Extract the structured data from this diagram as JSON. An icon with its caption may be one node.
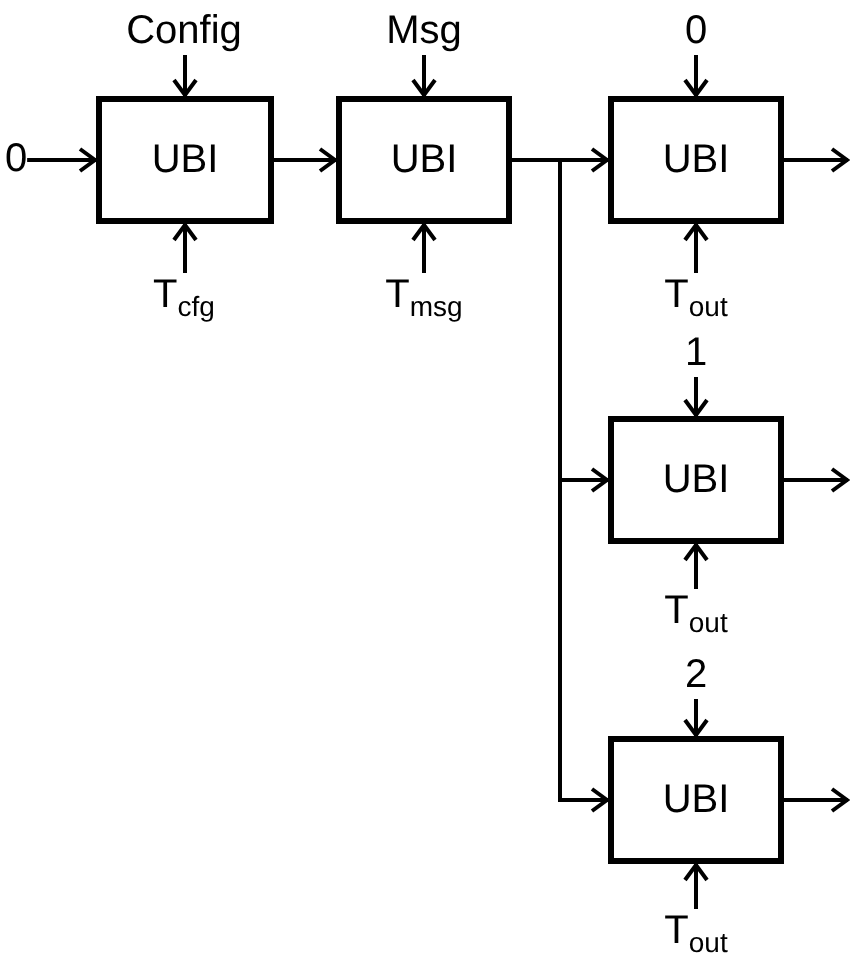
{
  "diagram": {
    "nodes": [
      {
        "text": [
          "0"
        ]
      },
      {
        "text": [
          "Config"
        ]
      },
      {
        "text": [
          "UBI"
        ]
      },
      {
        "text": [
          "T$_{cfg}$"
        ]
      },
      {
        "text": [
          "Msg"
        ]
      },
      {
        "text": [
          "UBI"
        ]
      },
      {
        "text": [
          "T$_{msg}$"
        ]
      },
      {
        "text": [
          "0"
        ]
      },
      {
        "text": [
          "UBI"
        ]
      },
      {
        "text": [
          "T$_{out}$"
        ]
      },
      {
        "text": [
          "1"
        ]
      },
      {
        "text": [
          "UBI"
        ]
      },
      {
        "text": [
          "T$_{out}$"
        ]
      },
      {
        "text": [
          "2"
        ]
      },
      {
        "text": [
          "UBI"
        ]
      },
      {
        "text": [
          "T$_{out}$"
        ]
      }
    ],
    "edges": [
      {
        "from": 0,
        "to": 2,
        "arrow": "to"
      },
      {
        "from": 1,
        "to": 2,
        "arrow": "to"
      },
      {
        "from": 3,
        "to": 2,
        "arrow": "to"
      },
      {
        "from": 2,
        "to": 5,
        "arrow": "to"
      },
      {
        "from": 4,
        "to": 5,
        "arrow": "to"
      },
      {
        "from": 6,
        "to": 5,
        "arrow": "to"
      },
      {
        "from": 5,
        "to": 8,
        "arrow": "to"
      },
      {
        "from": 5,
        "to": 11,
        "arrow": "to"
      },
      {
        "from": 5,
        "to": 14,
        "arrow": "to"
      },
      {
        "from": 7,
        "to": 8,
        "arrow": "to"
      },
      {
        "from": 9,
        "to": 8,
        "arrow": "to"
      },
      {
        "from": 8,
        "to": null,
        "arrow": "to"
      },
      {
        "from": 10,
        "to": 11,
        "arrow": "to"
      },
      {
        "from": 12,
        "to": 11,
        "arrow": "to"
      },
      {
        "from": 11,
        "to": null,
        "arrow": "to"
      },
      {
        "from": 13,
        "to": 14,
        "arrow": "to"
      },
      {
        "from": 15,
        "to": 14,
        "arrow": "to"
      },
      {
        "from": 14,
        "to": null,
        "arrow": "to"
      }
    ]
  }
}
